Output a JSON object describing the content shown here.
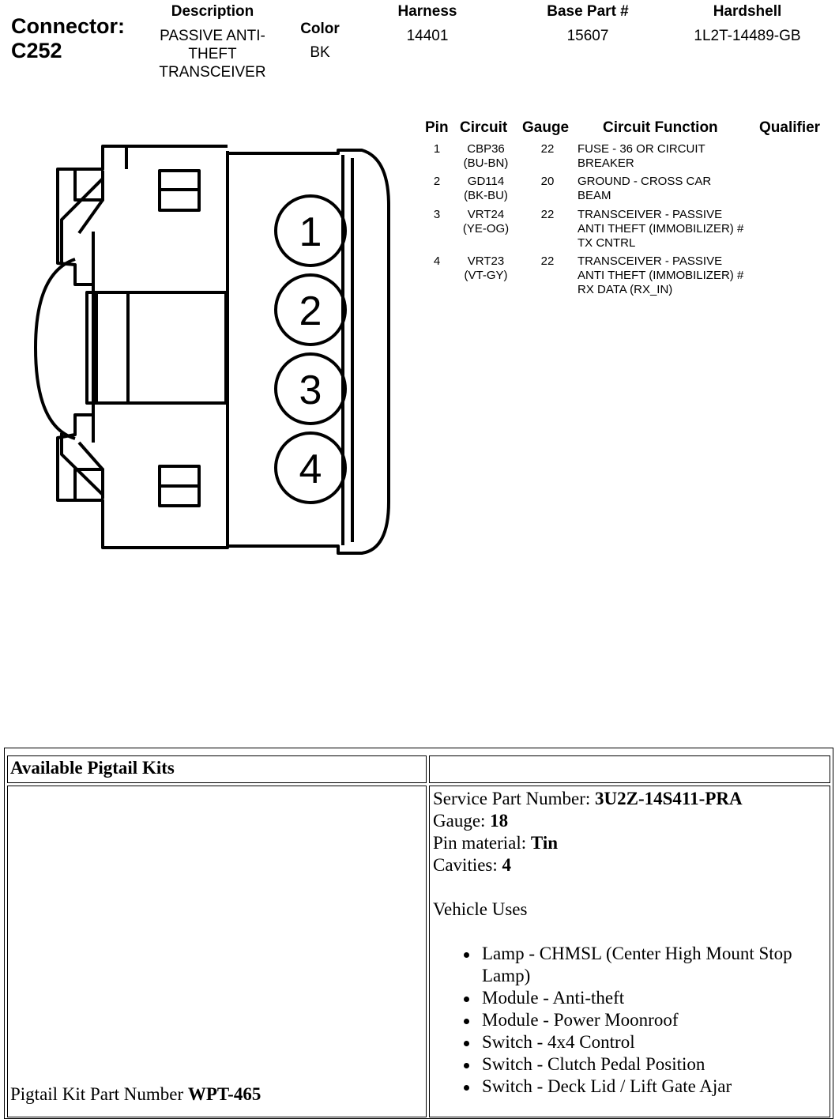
{
  "header": {
    "connector_label": "Connector:",
    "connector_id": "C252",
    "description_label": "Description",
    "description_value": "PASSIVE ANTI-\nTHEFT\nTRANSCEIVER",
    "color_label": "Color",
    "color_value": "BK",
    "harness_label": "Harness",
    "harness_value": "14401",
    "base_part_label": "Base Part #",
    "base_part_value": "15607",
    "hardshell_label": "Hardshell",
    "hardshell_value": "1L2T-14489-GB"
  },
  "diagram": {
    "pin_labels": [
      "1",
      "2",
      "3",
      "4"
    ]
  },
  "pin_table": {
    "columns": [
      "Pin",
      "Circuit",
      "Gauge",
      "Circuit Function",
      "Qualifier"
    ],
    "rows": [
      {
        "pin": "1",
        "circuit": "CBP36",
        "color": "(BU-BN)",
        "gauge": "22",
        "function": "FUSE - 36 OR CIRCUIT\nBREAKER"
      },
      {
        "pin": "2",
        "circuit": "GD114",
        "color": "(BK-BU)",
        "gauge": "20",
        "function": "GROUND - CROSS CAR\nBEAM"
      },
      {
        "pin": "3",
        "circuit": "VRT24",
        "color": "(YE-OG)",
        "gauge": "22",
        "function": "TRANSCEIVER - PASSIVE\nANTI THEFT (IMMOBILIZER) #\nTX CNTRL"
      },
      {
        "pin": "4",
        "circuit": "VRT23",
        "color": "(VT-GY)",
        "gauge": "22",
        "function": "TRANSCEIVER - PASSIVE\nANTI THEFT (IMMOBILIZER) #\nRX DATA (RX_IN)"
      }
    ]
  },
  "pigtail": {
    "title": "Available Pigtail Kits",
    "kit_label": "Pigtail Kit Part Number ",
    "kit_value": "WPT-465",
    "service_part_label": "Service Part Number: ",
    "service_part_value": "3U2Z-14S411-PRA",
    "gauge_label": "Gauge: ",
    "gauge_value": "18",
    "pin_material_label": "Pin material: ",
    "pin_material_value": "Tin",
    "cavities_label": "Cavities: ",
    "cavities_value": "4",
    "vehicle_uses_label": "Vehicle Uses",
    "vehicle_uses": [
      "Lamp - CHMSL (Center High Mount Stop Lamp)",
      "Module - Anti-theft",
      "Module - Power Moonroof",
      "Switch - 4x4 Control",
      "Switch - Clutch Pedal Position",
      "Switch - Deck Lid / Lift Gate Ajar"
    ]
  }
}
